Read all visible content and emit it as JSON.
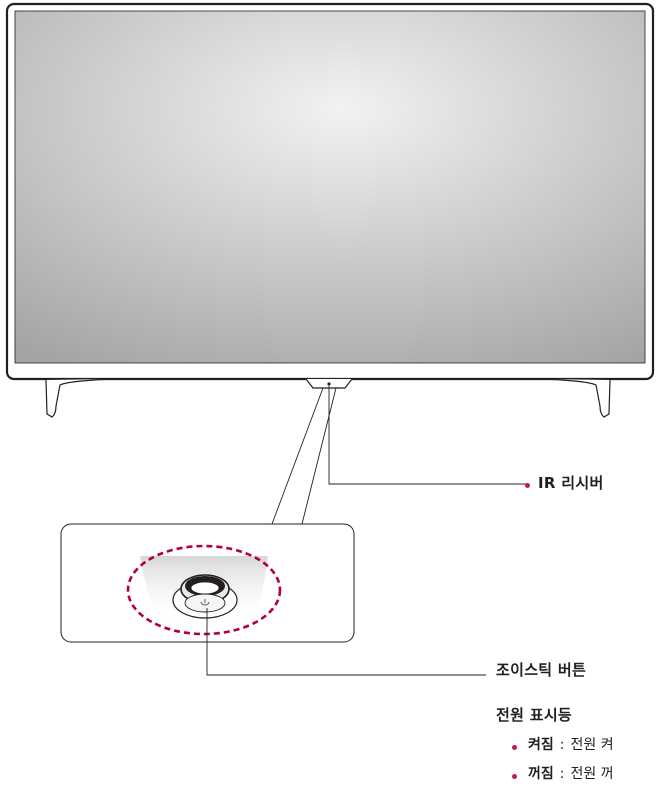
{
  "labels": {
    "ir_receiver": "IR 리시버",
    "joystick_button": "조이스틱 버튼",
    "power_indicator_title": "전원 표시등",
    "on_state": "켜짐",
    "on_desc": "전원 켜",
    "off_state": "꺼짐",
    "off_desc": "전원 꺼",
    "separator": ":"
  },
  "icons": {
    "bullet": "dot",
    "power": "power-symbol-icon"
  },
  "colors": {
    "accent": "#c2185b",
    "line": "#231f20",
    "highlight_ring": "#b3003c",
    "screen_light": "#ededed",
    "screen_dark": "#a9a9a9"
  }
}
